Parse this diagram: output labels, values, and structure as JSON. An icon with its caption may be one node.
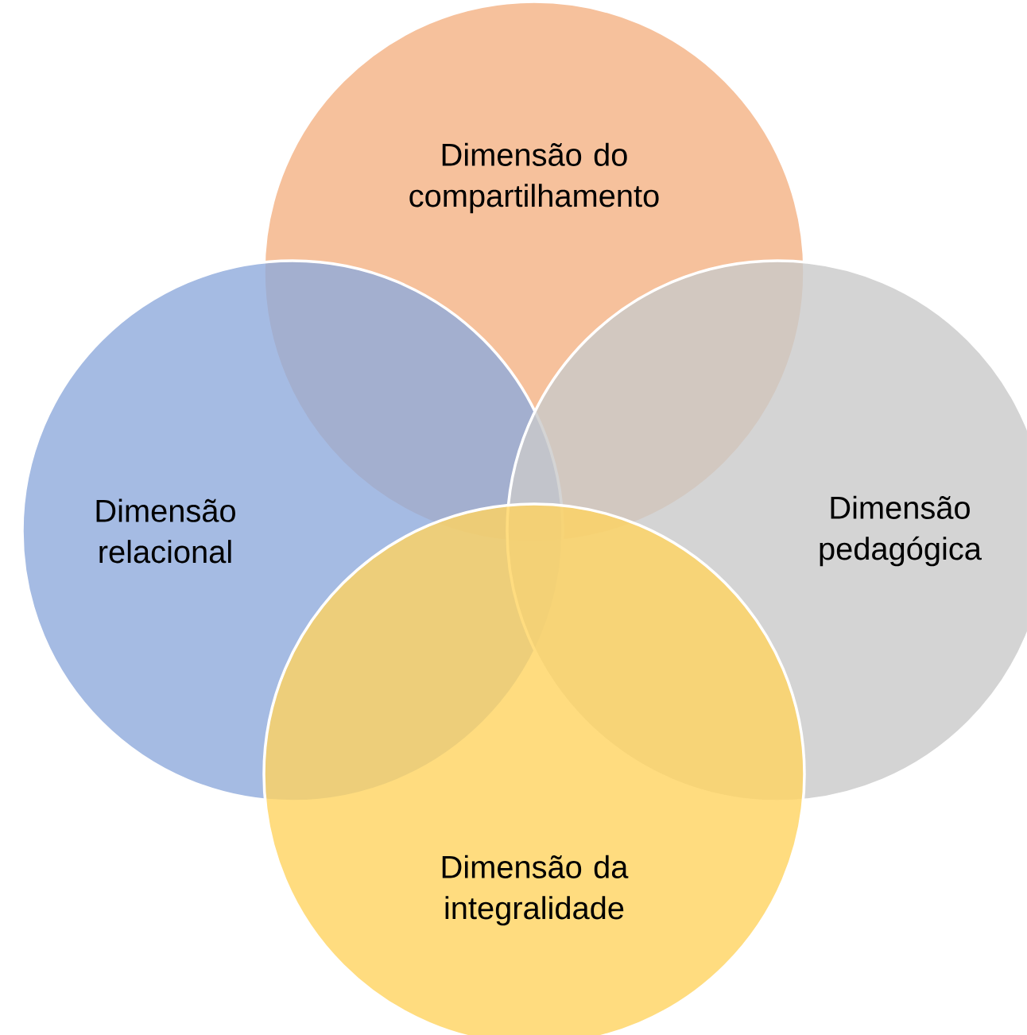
{
  "diagram": {
    "nodes": [
      {
        "text": [
          "Dimensão do compartilhamento"
        ]
      },
      {
        "text": [
          "Dimensão relacional"
        ]
      },
      {
        "text": [
          "Dimensão pedagógica"
        ]
      },
      {
        "text": [
          "Dimensão da integralidade"
        ]
      }
    ]
  }
}
